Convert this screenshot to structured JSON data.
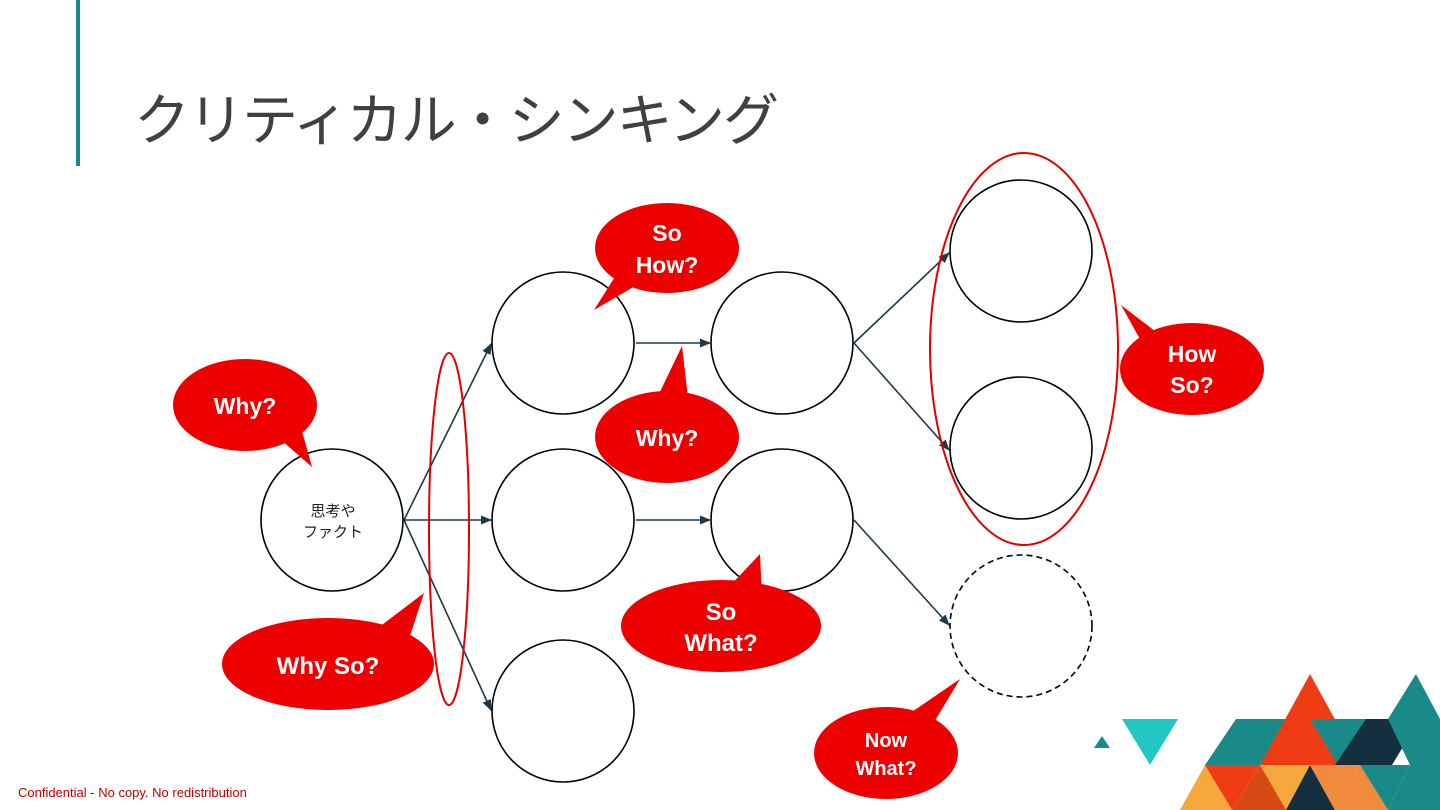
{
  "slide": {
    "title": "クリティカル・シンキング",
    "footer": "Confidential - No copy. No redistribution"
  },
  "diagram": {
    "root_node": {
      "line1": "思考や",
      "line2": "ファクト"
    },
    "callouts": {
      "why_left": "Why?",
      "why_so": "Why So?",
      "so_how": {
        "line1": "So",
        "line2": "How?"
      },
      "why_middle": "Why?",
      "so_what": {
        "line1": "So",
        "line2": "What?"
      },
      "how_so": {
        "line1": "How",
        "line2": "So?"
      },
      "now_what": {
        "line1": "Now",
        "line2": "What?"
      }
    }
  },
  "colors": {
    "callout_fill": "#ee0000",
    "grouping_ellipse": "#e00000",
    "accent_bar": "#1a8a89",
    "arrow": "#1f3848",
    "title_text": "#404040"
  },
  "icons": [
    "triangle-decoration"
  ]
}
